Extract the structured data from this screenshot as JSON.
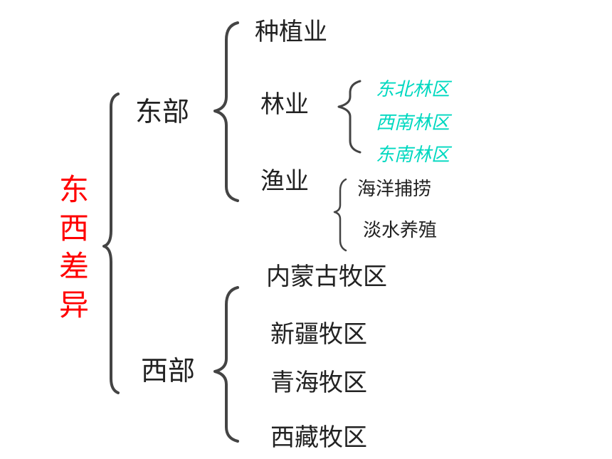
{
  "diagram": {
    "root_chars": [
      "东",
      "西",
      "差",
      "异"
    ],
    "east": {
      "label": "东部",
      "industries": {
        "planting": "种植业",
        "forestry": "林业",
        "fishery": "渔业"
      },
      "forest_areas": [
        "东北林区",
        "西南林区",
        "东南林区"
      ],
      "fishery_types": [
        "海洋捕捞",
        "淡水养殖"
      ]
    },
    "west": {
      "label": "西部",
      "pastures": [
        "内蒙古牧区",
        "新疆牧区",
        "青海牧区",
        "西藏牧区"
      ]
    },
    "colors": {
      "root": "#ff0000",
      "forest_areas": "#00d8c0",
      "text": "#222222",
      "brace": "#444444"
    }
  }
}
